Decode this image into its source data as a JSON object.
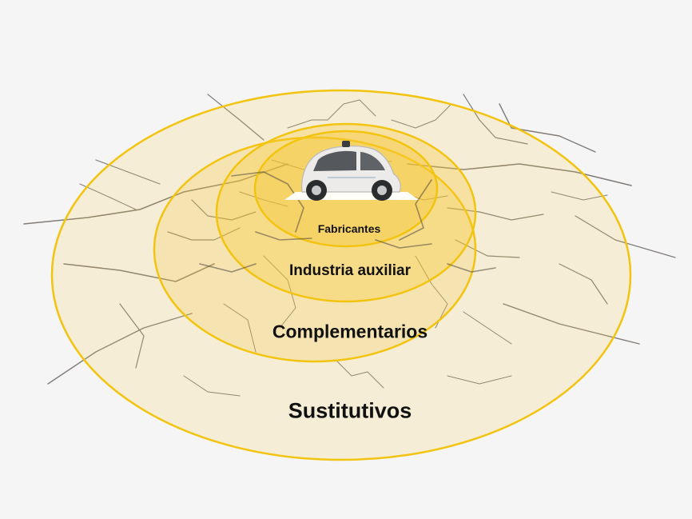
{
  "rings": {
    "outer_label": "Sustitutivos",
    "second_label": "Complementarios",
    "third_label": "Industria auxiliar",
    "inner_label": "Fabricantes"
  },
  "colors": {
    "background": "#f5f5f5",
    "ring_stroke": "#f2c40f",
    "ring_fill": "#f7c630",
    "crack": "#5a5450",
    "car_body": "#ecebea",
    "car_window": "#55585c"
  },
  "icons": {
    "center": "self-driving-car-icon",
    "background": "cracked-ground-texture"
  }
}
